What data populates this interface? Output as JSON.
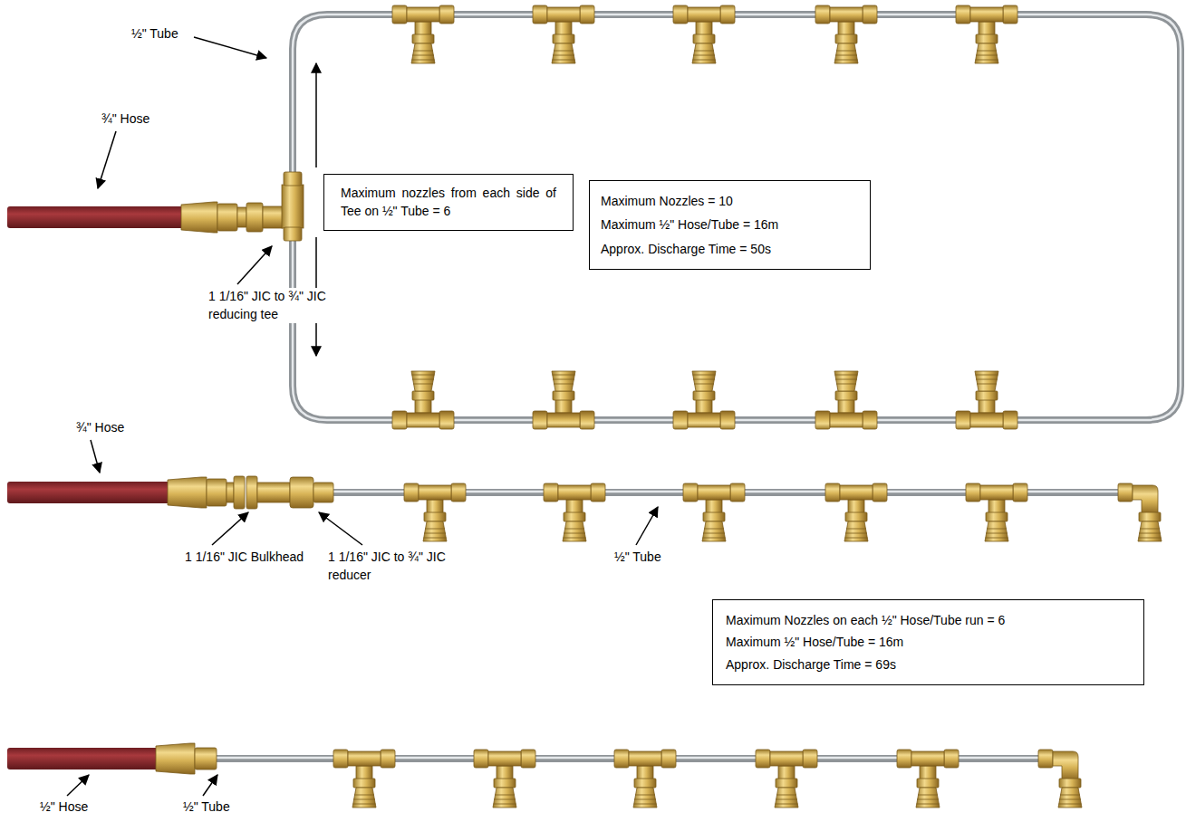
{
  "diagram": {
    "nodes": [
      {
        "text": [
          "Maximum nozzles from each side of Tee on ½\" Tube = 6"
        ]
      },
      {
        "text": [
          "Maximum Nozzles = 10",
          "Maximum ½\" Hose/Tube = 16m",
          "Approx. Discharge Time = 50s"
        ]
      },
      {
        "text": [
          "Maximum Nozzles on each ½\" Hose/Tube run = 6",
          "Maximum ½\" Hose/Tube = 16m",
          "Approx. Discharge Time = 69s"
        ]
      }
    ],
    "labels": [
      "½\" Tube",
      "¾\" Hose",
      "1 1/16\" JIC to ¾\" JIC reducing tee",
      "¾\" Hose",
      "1 1/16\" JIC Bulkhead",
      "1 1/16\" JIC to ¾\" JIC reducer",
      "½\" Tube",
      "½\" Hose",
      "½\" Tube"
    ]
  }
}
